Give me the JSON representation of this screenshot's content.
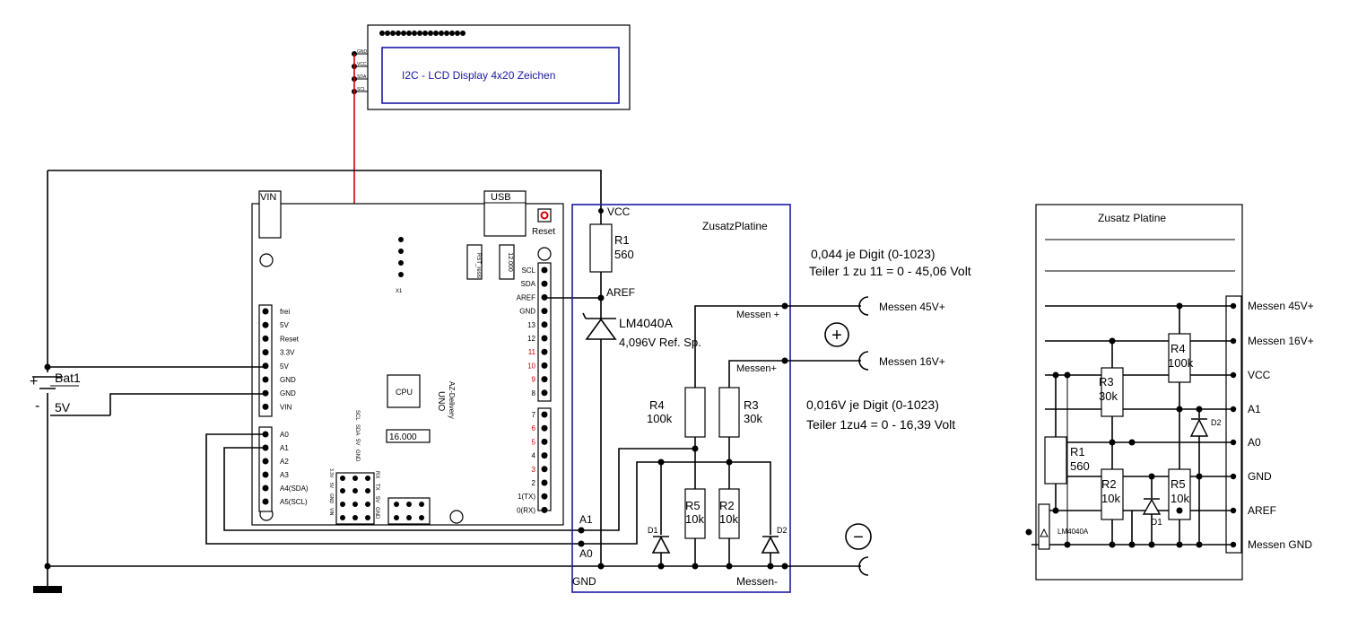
{
  "lcd": {
    "label": "I2C - LCD Display 4x20 Zeichen",
    "pins": [
      "GND",
      "VCC",
      "SDA",
      "SCL"
    ]
  },
  "arduino": {
    "vin": "VIN",
    "usb": "USB",
    "reset": "Reset",
    "cpu": "CPU",
    "crystal": "16.000",
    "board_name": "UNO",
    "board_maker": "AZ-Delivery",
    "x1": "X1",
    "small_parts": [
      "RST_resis",
      "12.000"
    ],
    "left_header": [
      "frei",
      "5V",
      "Reset",
      "3.3V",
      "5V",
      "GND",
      "GND",
      "VIN"
    ],
    "analog_header": [
      "A0",
      "A1",
      "A2",
      "A3",
      "A4(SDA)",
      "A5(SCL)"
    ],
    "right_header_top": [
      "SCL",
      "SDA",
      "AREF",
      "GND",
      "13",
      "12",
      "11",
      "10",
      "9",
      "8"
    ],
    "right_header_bottom": [
      "7",
      "6",
      "5",
      "4",
      "3",
      "2",
      "1(TX)",
      "0(RX)"
    ],
    "i2c_labels": [
      "SCL",
      "SDA",
      "5V",
      "GND"
    ],
    "isp_labels": [
      "3.3V",
      "5V",
      "GND",
      "VIN"
    ],
    "serial_labels": [
      "RX",
      "TX",
      "5V",
      "GND"
    ]
  },
  "battery": {
    "name": "Bat1",
    "voltage": "5V",
    "plus": "+",
    "minus": "-"
  },
  "board1": {
    "title": "ZusatzPlatine",
    "vcc": "VCC",
    "aref": "AREF",
    "gnd": "GND",
    "a1": "A1",
    "a0": "A0",
    "r1_name": "R1",
    "r1_value": "560",
    "zener_name": "LM4040A",
    "zener_desc": "4,096V Ref. Sp.",
    "r4_name": "R4",
    "r4_value": "100k",
    "r3_name": "R3",
    "r3_value": "30k",
    "r5_name": "R5",
    "r5_value": "10k",
    "r2_name": "R2",
    "r2_value": "10k",
    "d1": "D1",
    "d2": "D2",
    "messen_plus_1": "Messen +",
    "messen_plus_2": "Messen+",
    "messen_minus": "Messen-"
  },
  "connectors": {
    "m45": "Messen 45V+",
    "m16": "Messen 16V+",
    "plus_symbol": "+",
    "minus_symbol": "−"
  },
  "notes": {
    "n1_line1": "0,044 je Digit (0-1023)",
    "n1_line2": "Teiler 1 zu 11 = 0 - 45,06 Volt",
    "n2_line1": "0,016V je Digit (0-1023)",
    "n2_line2": "Teiler 1zu4 = 0 - 16,39 Volt"
  },
  "board2": {
    "title": "Zusatz Platine",
    "pins": [
      "Messen 45V+",
      "Messen 16V+",
      "VCC",
      "A1",
      "A0",
      "GND",
      "AREF",
      "Messen GND"
    ],
    "r3_name": "R3",
    "r3_value": "30k",
    "r4_name": "R4",
    "r4_value": "100k",
    "r1_name": "R1",
    "r1_value": "560",
    "r2_name": "R2",
    "r2_value": "10k",
    "r5_name": "R5",
    "r5_value": "10k",
    "d1": "D1",
    "d2": "D2",
    "zener": "LM4040A"
  }
}
